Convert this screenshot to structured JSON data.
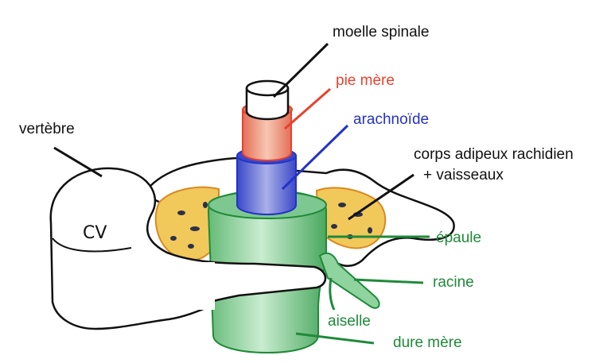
{
  "diagram": {
    "labels": {
      "moelle": "moelle spinale",
      "pie": "pie mère",
      "arachnoide": "arachnoïde",
      "vertebre": "vertèbre",
      "corps_line1": "corps adipeux rachidien",
      "corps_line2": "+ vaisseaux",
      "epaule": "épaule",
      "racine": "racine",
      "aiselle": "aiselle",
      "dure": "dure mère",
      "cv": "CV"
    },
    "colors": {
      "black": "#111111",
      "pie": "#e8412e",
      "arachnoide": "#2432c8",
      "dure": "#1f8a3a"
    }
  }
}
